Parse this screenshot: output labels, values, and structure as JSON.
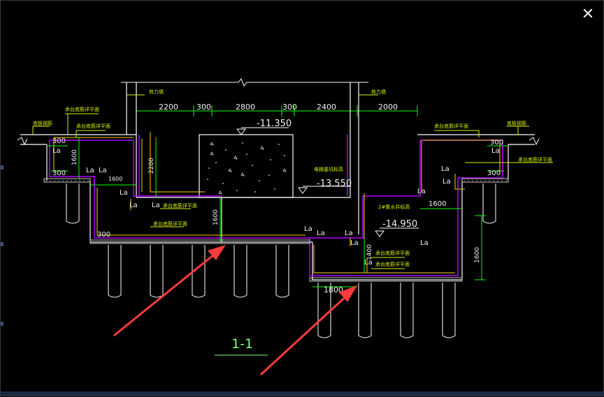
{
  "viewer": {
    "close_glyph": "✕"
  },
  "drawing": {
    "section_title": "1-1",
    "elevations": {
      "top": "-11.350",
      "middle": "-13.550",
      "bottom": "-14.950"
    },
    "top_dims": [
      "2200",
      "300",
      "2800",
      "300",
      "2400",
      "2000"
    ],
    "vertical_dims": {
      "left_1600": "1600",
      "left_2200": "2200",
      "center_1600": "1600",
      "right_1600": "1600",
      "pit_1400": "1400"
    },
    "horizontal_small_dims": {
      "left_300_top": "300",
      "left_300_mid": "300",
      "left_1600": "1600",
      "left_300_bottom": "300",
      "right_300_top": "300",
      "right_300_mid": "300",
      "right_1600": "1600",
      "pit_1800": "1800"
    },
    "la_label": "La",
    "labels": {
      "wall_left": "剪力墙",
      "wall_right": "剪力墙",
      "base_beam_left": "底板钢筋",
      "base_beam_right": "底板钢筋",
      "cap_bottom_left": "承台底筋详平面",
      "cap_bottom_left2": "承台底筋详平面",
      "cap_bottom_right": "承台底筋详平面",
      "cap_bottom_right2": "承台底筋详平面",
      "cap_mid_left": "承台底筋详平面",
      "cap_mid_left2": "承台底筋详平面",
      "cap_pit": "承台底筋详平面",
      "cap_pit2": "承台底筋详平面",
      "elevator_pit": "电梯基坑标高",
      "sump_pit": "2#集水井标高"
    },
    "colors": {
      "background": "#000000",
      "outline": "#ffffff",
      "concrete": "#b400ff",
      "rebar": "#ffd000",
      "dimension": "#00ff00",
      "annotation": "#d8f000",
      "arrow": "#ff3b3b"
    }
  }
}
